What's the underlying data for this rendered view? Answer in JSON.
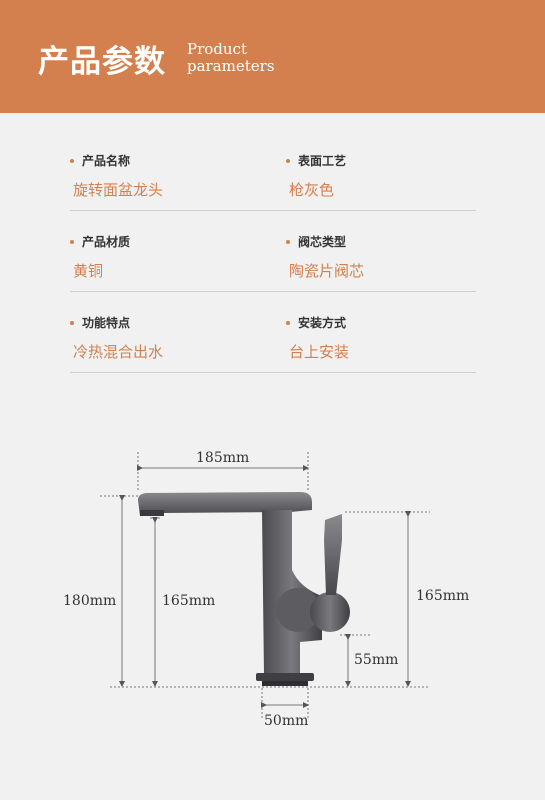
{
  "header": {
    "title_cn": "产品参数",
    "title_en_line1": "Product",
    "title_en_line2": "parameters"
  },
  "specs": [
    {
      "label": "产品名称",
      "value": "旋转面盆龙头"
    },
    {
      "label": "表面工艺",
      "value": "枪灰色"
    },
    {
      "label": "产品材质",
      "value": "黄铜"
    },
    {
      "label": "阀芯类型",
      "value": "陶瓷片阀芯"
    },
    {
      "label": "功能特点",
      "value": "冷热混合出水"
    },
    {
      "label": "安装方式",
      "value": "台上安装"
    }
  ],
  "dimensions": {
    "spout_length": "185mm",
    "total_height": "180mm",
    "spout_height": "165mm",
    "body_height": "165mm",
    "handle_height": "55mm",
    "base_diameter": "50mm"
  },
  "colors": {
    "accent": "#d4804e",
    "background": "#f1f1f1",
    "faucet": "#5a5a5e"
  }
}
